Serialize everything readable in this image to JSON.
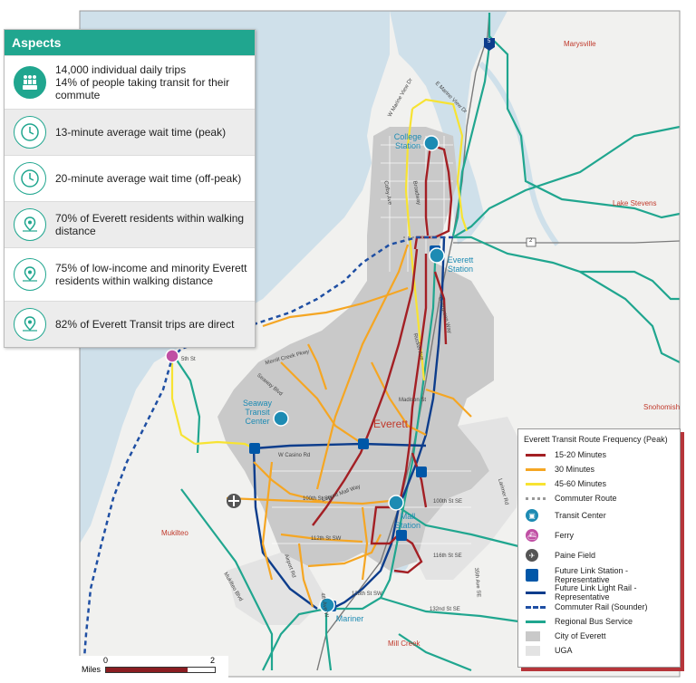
{
  "aspects": {
    "title": "Aspects",
    "items": [
      {
        "icon": "people-bus-icon",
        "text": "14,000 individual daily trips\n14% of people taking transit for their commute"
      },
      {
        "icon": "clock-icon",
        "text": "13-minute average wait time (peak)"
      },
      {
        "icon": "clock-icon",
        "text": "20-minute average wait time (off-peak)"
      },
      {
        "icon": "map-pin-icon",
        "text": "70% of Everett residents within walking distance"
      },
      {
        "icon": "map-pin-icon",
        "text": "75% of low-income and minority Everett residents within walking distance"
      },
      {
        "icon": "map-pin-icon",
        "text": "82% of Everett Transit trips are direct"
      }
    ]
  },
  "legend": {
    "title": "Everett Transit Route Frequency (Peak)",
    "items": [
      {
        "label": "15-20 Minutes",
        "kind": "line",
        "color": "#a31f24"
      },
      {
        "label": "30 Minutes",
        "kind": "line",
        "color": "#f5a623"
      },
      {
        "label": "45-60 Minutes",
        "kind": "line",
        "color": "#f7e332"
      },
      {
        "label": "Commuter Route",
        "kind": "dots",
        "color": "#999999"
      },
      {
        "label": "Transit Center",
        "kind": "circle",
        "color": "#1d8bb3"
      },
      {
        "label": "Ferry",
        "kind": "circle",
        "color": "#c04fa4"
      },
      {
        "label": "Paine Field",
        "kind": "circle",
        "color": "#555555"
      },
      {
        "label": "Future Link Station - Representative",
        "kind": "square",
        "color": "#0057a8"
      },
      {
        "label": "Future Link Light Rail - Representative",
        "kind": "line",
        "color": "#0d3d8c"
      },
      {
        "label": "Commuter Rail (Sounder)",
        "kind": "dash",
        "color": "#1f4fa3"
      },
      {
        "label": "Regional Bus Service",
        "kind": "line",
        "color": "#20a68f"
      },
      {
        "label": "City of Everett",
        "kind": "box",
        "color": "#c9c9c9"
      },
      {
        "label": "UGA",
        "kind": "box",
        "color": "#e3e3e3"
      }
    ]
  },
  "map": {
    "city_name": "Everett",
    "places": {
      "marysville": "Marysville",
      "lake_stevens": "Lake Stevens",
      "snohomish": "Snohomish",
      "mukilteo": "Mukilteo",
      "mill_creek": "Mill Creek"
    },
    "transit_centers": {
      "college": "College\nStation",
      "everett": "Everett\nStation",
      "seaway": "Seaway\nTransit\nCenter",
      "mall": "Mall\nStation",
      "mariner": "Mariner"
    },
    "streets": {
      "s_100th": "100th St SW",
      "s_112th": "112th St SW",
      "s_128th": "128th St SW",
      "s_132nd": "132nd St SE",
      "s_116th": "116th St SE",
      "s_100th_se": "100th St SE",
      "casino": "W Casino Rd",
      "madison": "Madison St",
      "everett_mall": "Everett Mall Way",
      "airport": "Airport Rd",
      "mukilteo": "Mukilteo Blvd",
      "marine_view": "W Marine View Dr",
      "e_marine_view": "E Marine View Dr",
      "broadway": "Broadway",
      "evergreen": "Evergreen Way",
      "colby": "Colby Ave",
      "rucker": "Rucker Ave",
      "larimer": "Larimer Rd",
      "ave_35": "35th Ave SE",
      "seaway_blvd": "Seaway Blvd",
      "merrill": "Merrill Creek Pkwy",
      "ave_4": "4th Ave W",
      "st_5": "5th St",
      "i5": "5",
      "hwy2": "2"
    },
    "scale": {
      "label": "Miles",
      "start": "0",
      "end": "2"
    }
  }
}
